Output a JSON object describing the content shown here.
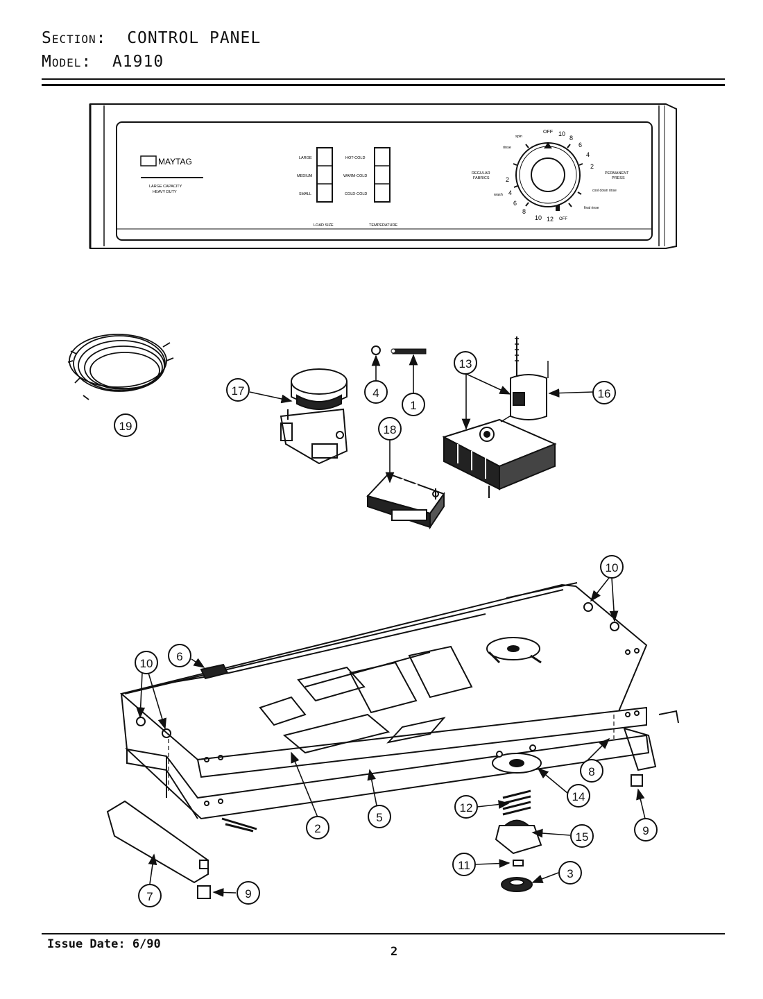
{
  "header": {
    "section_label": "Section:",
    "section_value": "CONTROL PANEL",
    "model_label": "Model:",
    "model_value": "A1910"
  },
  "panel": {
    "brand": "MAYTAG",
    "subtitle_line1": "LARGE CAPACITY",
    "subtitle_line2": "HEAVY DUTY",
    "load_buttons": [
      "LARGE",
      "MEDIUM",
      "SMALL"
    ],
    "temp_buttons": [
      "HOT-COLD",
      "WARM-COLD",
      "COLD-COLD"
    ],
    "load_caption": "LOAD SIZE",
    "temp_caption": "TEMPERATURE",
    "dial_regular": [
      "REGULAR",
      "FABRICS"
    ],
    "dial_permanent": [
      "PERMANENT",
      "PRESS"
    ],
    "dial_numbers_top": [
      "OFF",
      "10",
      "8",
      "6",
      "4",
      "2"
    ],
    "dial_numbers_left": [
      "2",
      "4",
      "6",
      "8",
      "10",
      "12",
      "OFF"
    ],
    "dial_words": [
      "spin",
      "rinse",
      "wash",
      "cool down rinse",
      "final rinse"
    ]
  },
  "callouts": [
    "1",
    "2",
    "3",
    "4",
    "5",
    "6",
    "7",
    "8",
    "9",
    "9",
    "10",
    "10",
    "11",
    "12",
    "13",
    "14",
    "15",
    "16",
    "17",
    "18",
    "19"
  ],
  "footer": {
    "issue_date": "Issue Date: 6/90",
    "page_number": "2"
  },
  "colors": {
    "ink": "#111111",
    "paper": "#ffffff",
    "shade": "#555555"
  }
}
